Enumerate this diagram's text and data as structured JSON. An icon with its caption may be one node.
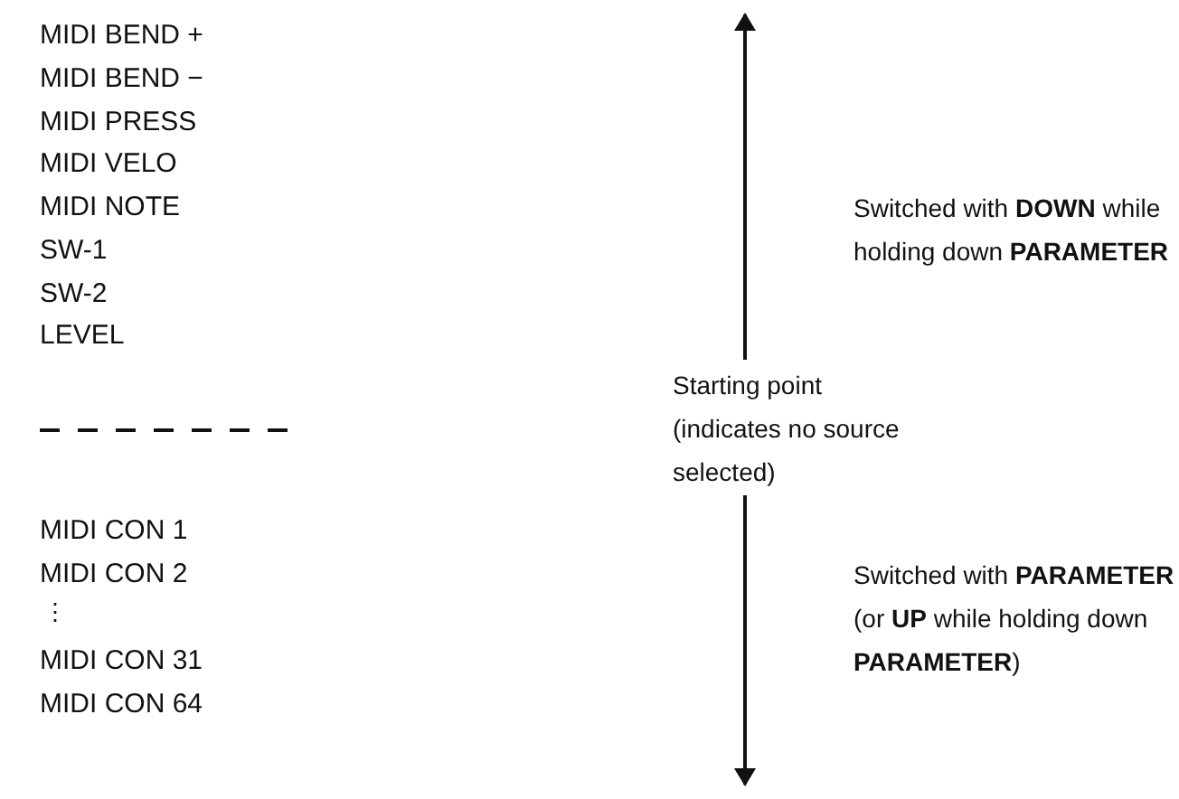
{
  "diagram": {
    "labels": [
      "MIDI BEND +",
      "MIDI BEND −",
      "MIDI PRESS",
      "MIDI VELO",
      "MIDI NOTE",
      "SW-1",
      "SW-2",
      "LEVEL",
      "MIDI CON 1",
      "MIDI CON 2",
      "⋮",
      "MIDI CON 31",
      "MIDI CON 64",
      "Switched with **DOWN** while holding down **PARAMETER**",
      "Switched with **PARAMETER** (or **UP** while holding down **PARAMETER**)",
      "Starting point (indicates no source selected)"
    ]
  }
}
